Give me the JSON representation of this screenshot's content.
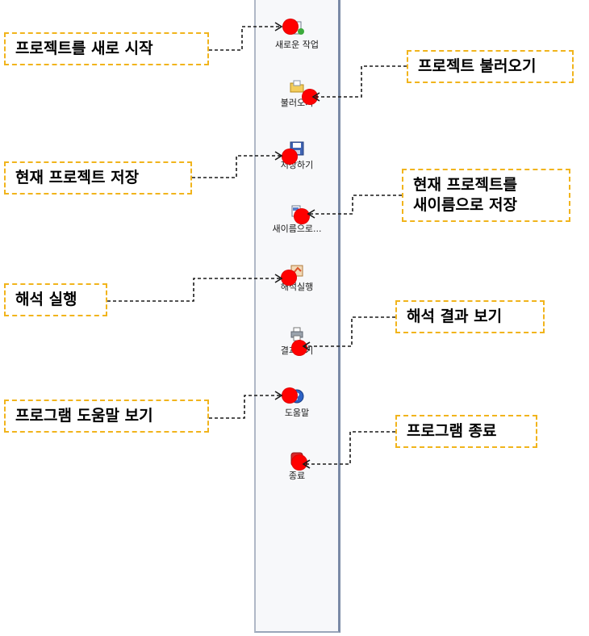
{
  "toolbar": {
    "items": [
      {
        "label": "새로운 작업",
        "icon": "new-document-icon"
      },
      {
        "label": "불러오기",
        "icon": "open-folder-icon"
      },
      {
        "label": "저장하기",
        "icon": "floppy-save-icon"
      },
      {
        "label": "새이름으로...",
        "icon": "save-as-icon"
      },
      {
        "label": "해석실행",
        "icon": "run-analysis-icon"
      },
      {
        "label": "결과보기",
        "icon": "printer-results-icon"
      },
      {
        "label": "도움말",
        "icon": "help-icon"
      },
      {
        "label": "종료",
        "icon": "exit-icon"
      }
    ]
  },
  "callouts": {
    "new_project": "프로젝트를 새로 시작",
    "load_project": "프로젝트 불러오기",
    "save_project": "현재 프로젝트 저장",
    "save_as_line1": "현재 프로젝트를",
    "save_as_line2": "새이름으로 저장",
    "run_analysis": "해석 실행",
    "view_results": "해석 결과 보기",
    "help": "프로그램 도움말 보기",
    "exit": "프로그램 종료"
  },
  "colors": {
    "callout_border": "#f1b41c",
    "marker": "#ff0000",
    "toolbar_border": "#7a8aa6"
  }
}
